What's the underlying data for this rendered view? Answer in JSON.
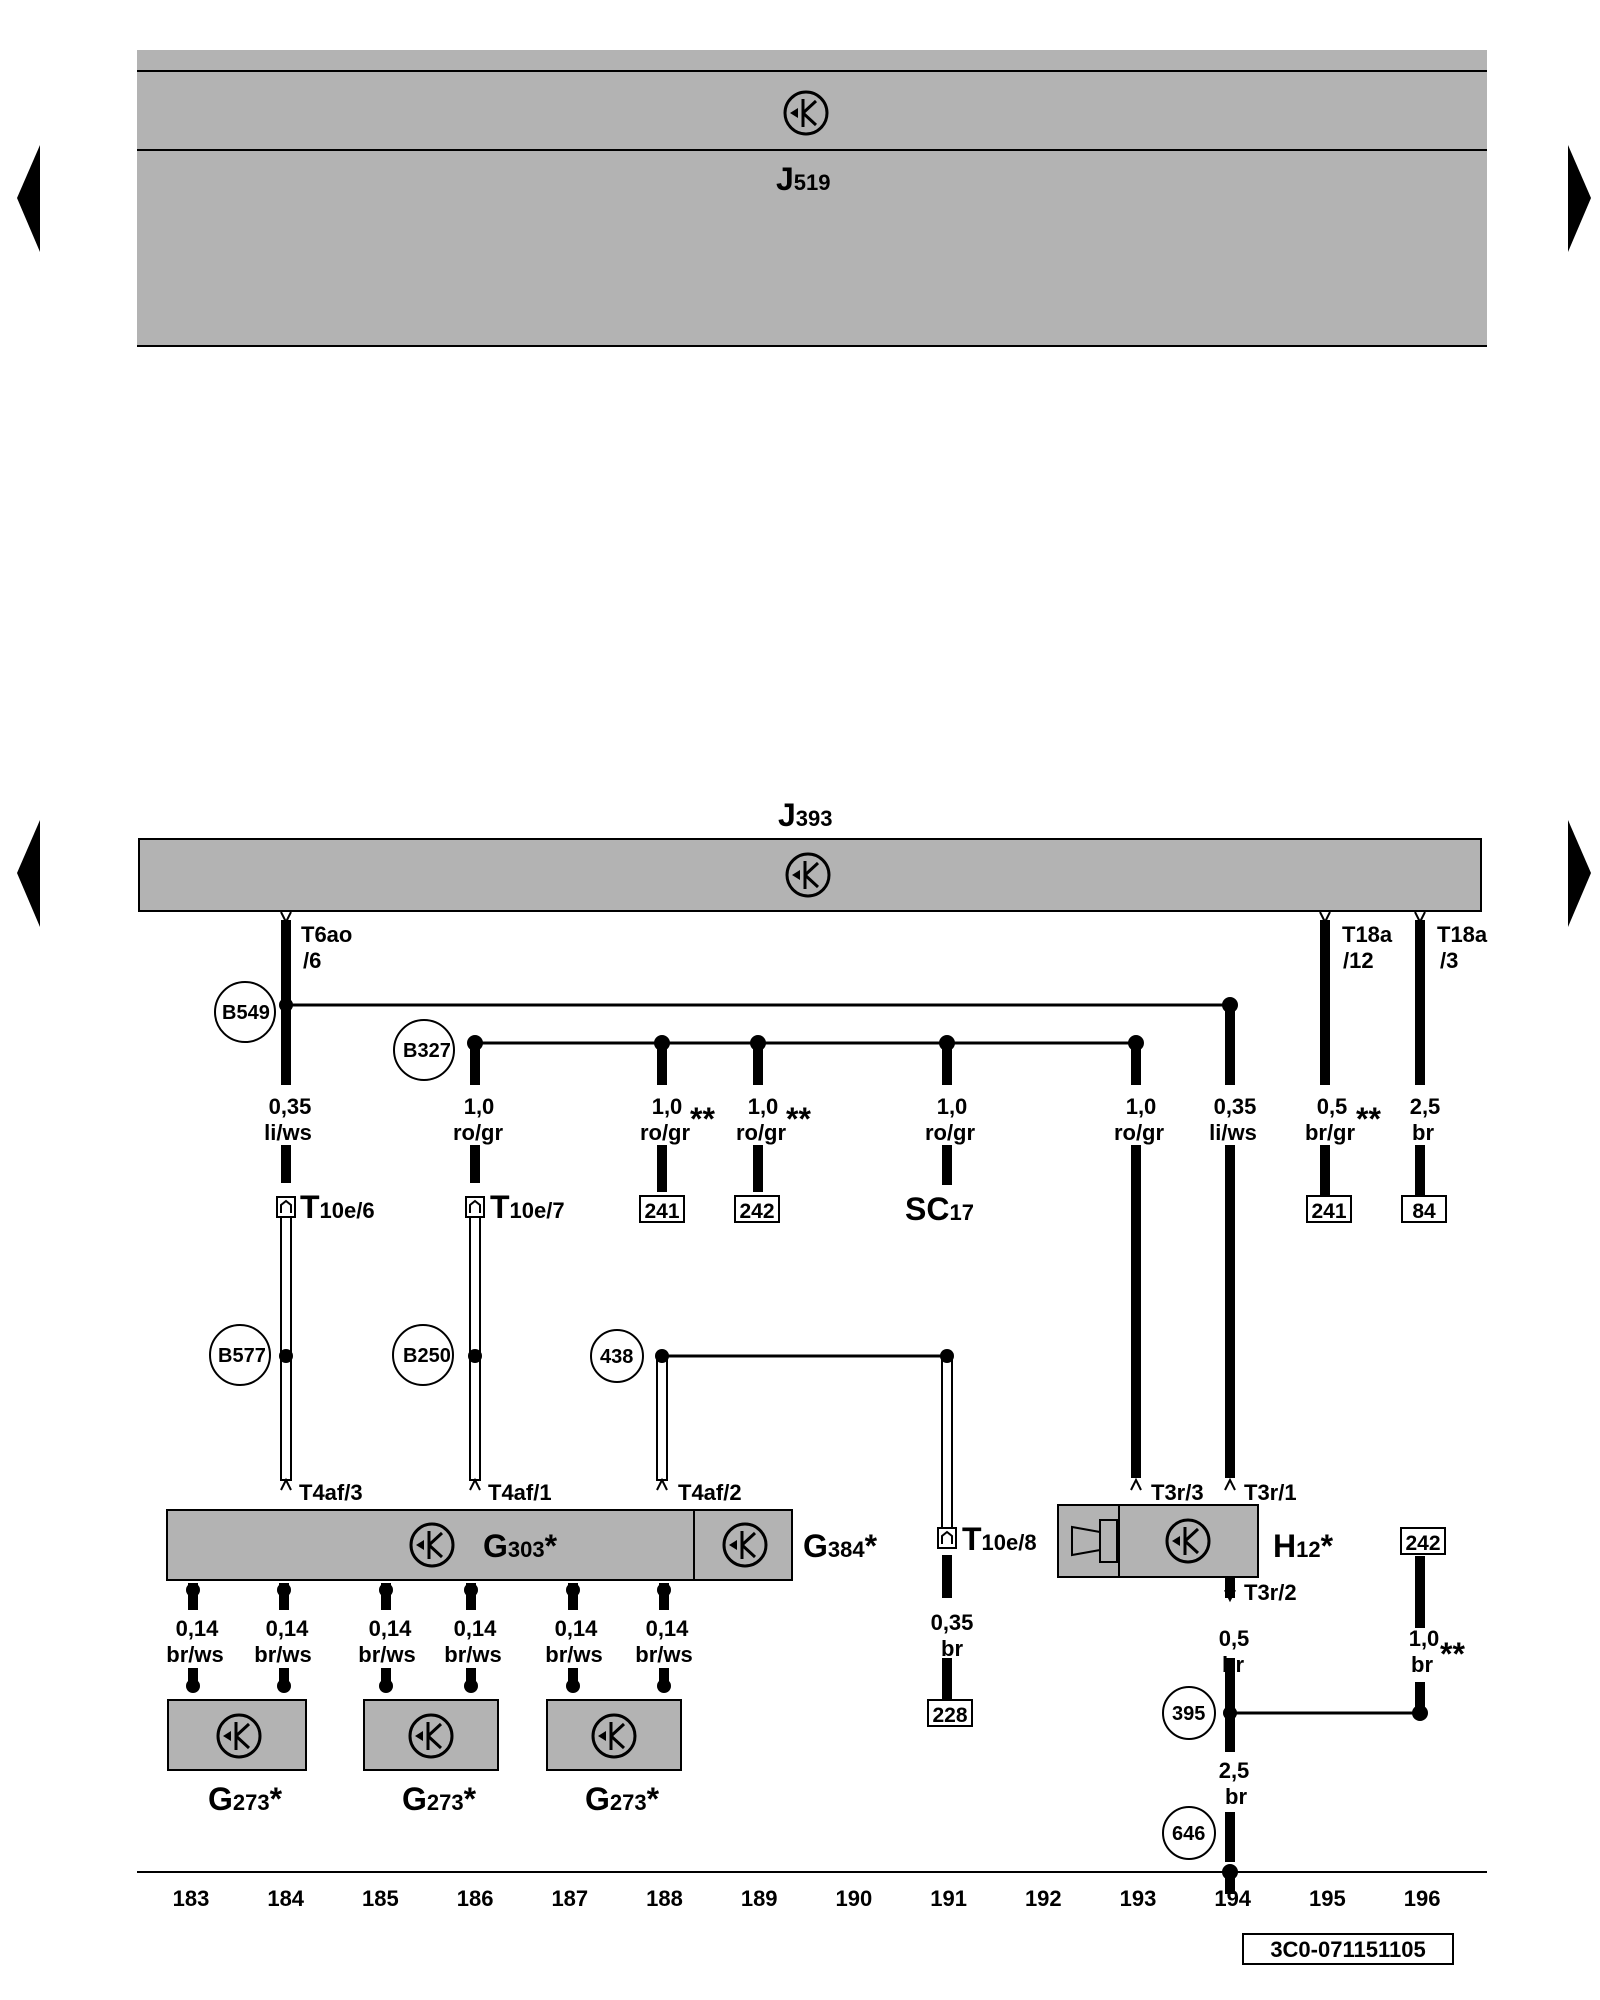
{
  "modules": {
    "j519": {
      "letter": "J",
      "sub": "519"
    },
    "j393": {
      "letter": "J",
      "sub": "393"
    }
  },
  "components": {
    "g303": {
      "letter": "G",
      "sub": "303",
      "mark": "*"
    },
    "g384": {
      "letter": "G",
      "sub": "384",
      "mark": "*"
    },
    "h12": {
      "letter": "H",
      "sub": "12",
      "mark": "*"
    },
    "g273": {
      "letter": "G",
      "sub": "273",
      "mark": "*"
    },
    "sc17": {
      "letter": "SC",
      "sub": "17"
    }
  },
  "connectors": {
    "t6ao_6": [
      "T6ao",
      "/6"
    ],
    "t18a_12": [
      "T18a",
      "/12"
    ],
    "t18a_3": [
      "T18a",
      "/3"
    ],
    "t10e_6": {
      "letter": "T",
      "sub": "10e/6"
    },
    "t10e_7": {
      "letter": "T",
      "sub": "10e/7"
    },
    "t10e_8": {
      "letter": "T",
      "sub": "10e/8"
    },
    "t4af_3": "T4af/3",
    "t4af_1": "T4af/1",
    "t4af_2": "T4af/2",
    "t3r_3": "T3r/3",
    "t3r_1": "T3r/1",
    "t3r_2": "T3r/2"
  },
  "junctions": {
    "b549": "B549",
    "b327": "B327",
    "b577": "B577",
    "b250": "B250",
    "j438": "438",
    "j395": "395",
    "j646": "646"
  },
  "wires": {
    "w184_top": [
      "0,35",
      "li/ws"
    ],
    "w186_top": [
      "1,0",
      "ro/gr"
    ],
    "w187": [
      "1,0",
      "ro/gr"
    ],
    "w188": [
      "1,0",
      "ro/gr"
    ],
    "w191": [
      "1,0",
      "ro/gr"
    ],
    "w193": [
      "1,0",
      "ro/gr"
    ],
    "w194_top": [
      "0,35",
      "li/ws"
    ],
    "w195": [
      "0,5",
      "br/gr"
    ],
    "w196": [
      "2,5",
      "br"
    ],
    "w183": [
      "0,14",
      "br/ws"
    ],
    "w184": [
      "0,14",
      "br/ws"
    ],
    "w185": [
      "0,14",
      "br/ws"
    ],
    "w186": [
      "0,14",
      "br/ws"
    ],
    "w187b": [
      "0,14",
      "br/ws"
    ],
    "w188b": [
      "0,14",
      "br/ws"
    ],
    "w191b": [
      "0,35",
      "br"
    ],
    "w194_mid": [
      "0,5",
      "br"
    ],
    "w194_low": [
      "2,5",
      "br"
    ],
    "w196b": [
      "1,0",
      "br"
    ],
    "double_star": "**"
  },
  "refs": {
    "r241a": "241",
    "r242a": "242",
    "r241b": "241",
    "r84": "84",
    "r228": "228",
    "r242b": "242"
  },
  "columns": [
    "183",
    "184",
    "185",
    "186",
    "187",
    "188",
    "189",
    "190",
    "191",
    "192",
    "193",
    "194",
    "195",
    "196"
  ],
  "footer": {
    "code": "3C0-071151105"
  }
}
